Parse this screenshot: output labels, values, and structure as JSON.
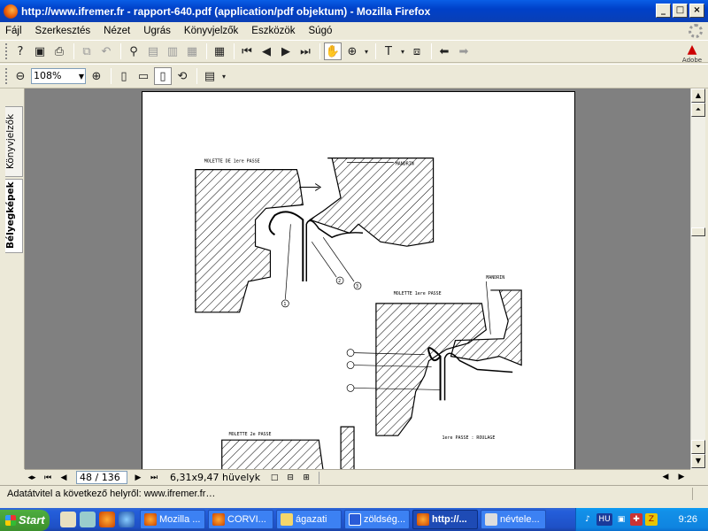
{
  "window": {
    "title": "http://www.ifremer.fr - rapport-640.pdf (application/pdf objektum) - Mozilla Firefox",
    "minimize": "_",
    "maximize": "□",
    "close": "×"
  },
  "menu": [
    "Fájl",
    "Szerkesztés",
    "Nézet",
    "Ugrás",
    "Könyvjelzők",
    "Eszközök",
    "Súgó"
  ],
  "toolbar": {
    "zoom_value": "108%",
    "adobe_label": "Adobe"
  },
  "sidepanel": {
    "tab_bookmarks": "Könyvjelzők",
    "tab_thumbnails": "Bélyegképek"
  },
  "document": {
    "labels": {
      "molette_1re_passe_top": "MOLETTE DE 1ere PASSE",
      "mandrin_top": "MANDRIN",
      "mandrin_right": "MANDRIN",
      "molette_1re_passe_right": "MOLETTE 1ere PASSE",
      "roulage": "1ere PASSE : ROULAGE",
      "molette_2e_passe": "MOLETTE 2e PASSE",
      "num1": "1",
      "num2": "2",
      "num3": "3"
    }
  },
  "navigation": {
    "current_page": "48 / 136",
    "page_size": "6,31x9,47 hüvelyk"
  },
  "status": {
    "text": "Adatátvitel a következő helyről: www.ifremer.fr…"
  },
  "taskbar": {
    "start": "Start",
    "tasks": [
      {
        "label": "Mozilla ...",
        "icon": "firefox-icon"
      },
      {
        "label": "CORVI...",
        "icon": "firefox-icon"
      },
      {
        "label": "ágazati",
        "icon": "folder-icon"
      },
      {
        "label": "zöldség...",
        "icon": "word-icon"
      },
      {
        "label": "http://...",
        "icon": "firefox-icon",
        "active": true
      },
      {
        "label": "névtele...",
        "icon": "paint-icon"
      }
    ],
    "language": "HU",
    "clock": "9:26"
  },
  "colors": {
    "titlebar": "#0a5ee6",
    "taskbar": "#245edb",
    "start": "#3c8f2d",
    "tray": "#0f84e0",
    "doc_background": "#808080"
  }
}
